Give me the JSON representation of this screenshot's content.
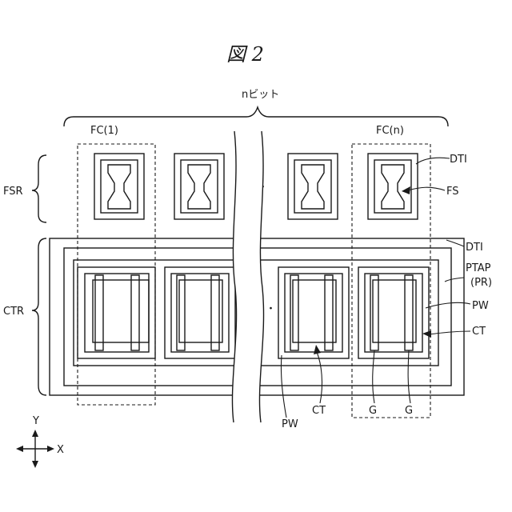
{
  "figure": {
    "title": "図 2"
  },
  "labels": {
    "bit_width": "nビット",
    "fc_first": "FC(1)",
    "fc_last": "FC(n)",
    "fsr": "FSR",
    "ctr": "CTR",
    "dti_top": "DTI",
    "fs": "FS",
    "dti_right": "DTI",
    "ptap": "PTAP",
    "pr": "(PR)",
    "pw_right": "PW",
    "ct_right": "CT",
    "pw_bottom": "PW",
    "ct_bottom": "CT",
    "g1": "G",
    "g2": "G",
    "ellipsis_top": "・・・",
    "ellipsis_bottom": "・・・"
  },
  "axes": {
    "y": "Y",
    "x": "X"
  }
}
